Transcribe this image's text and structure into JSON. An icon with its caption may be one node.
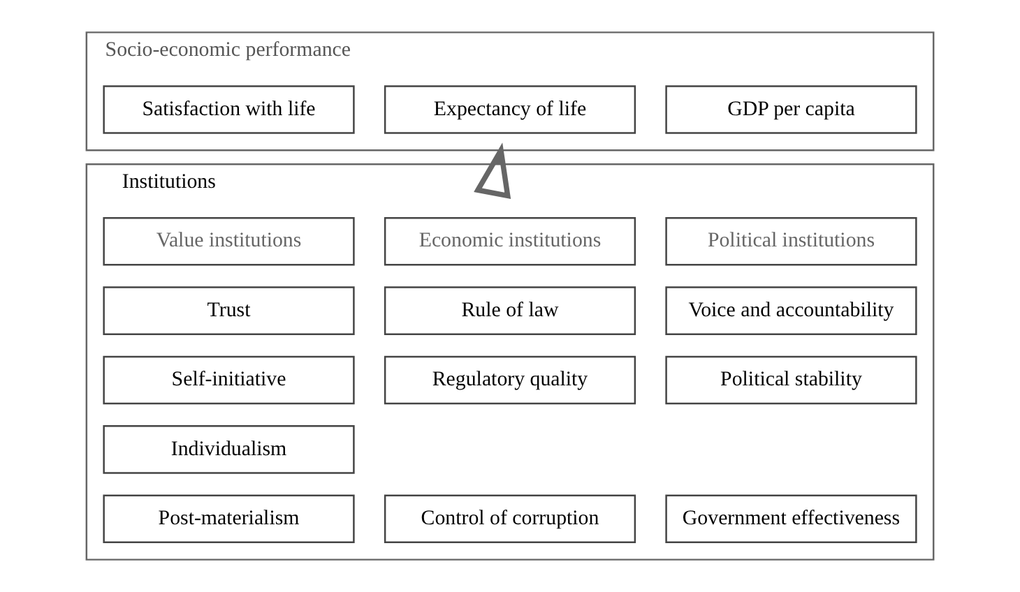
{
  "diagram": {
    "nodes": [
      {
        "text": [
          "Socio-economic performance"
        ]
      },
      {
        "text": [
          "GDP per capita"
        ],
        "in": 0
      },
      {
        "text": [
          "Expectancy of life"
        ],
        "in": 0
      },
      {
        "text": [
          "Satisfaction with life"
        ],
        "in": 0
      },
      {
        "text": [
          "Institutions"
        ]
      },
      {
        "text": [
          "Political institutions"
        ],
        "in": 4
      },
      {
        "text": [
          "Economic institutions"
        ],
        "in": 4
      },
      {
        "text": [
          "Value institutions"
        ],
        "in": 4
      },
      {
        "text": [
          "Voice and accountability"
        ],
        "in": 4
      },
      {
        "text": [
          "Rule of law"
        ],
        "in": 4
      },
      {
        "text": [
          "Trust"
        ],
        "in": 4
      },
      {
        "text": [
          "Political stability"
        ],
        "in": 4
      },
      {
        "text": [
          "Regulatory quality"
        ],
        "in": 4
      },
      {
        "text": [
          "Self-initiative"
        ],
        "in": 4
      },
      {
        "text": [
          "Individualism"
        ],
        "in": 4
      },
      {
        "text": [
          "Government effectiveness"
        ],
        "in": 4
      },
      {
        "text": [
          "Control of corruption"
        ],
        "in": 4
      },
      {
        "text": [
          "Post-materialism"
        ],
        "in": 4
      }
    ],
    "edges": [
      {
        "from": 4,
        "to": 0,
        "arrow": "to"
      }
    ]
  }
}
